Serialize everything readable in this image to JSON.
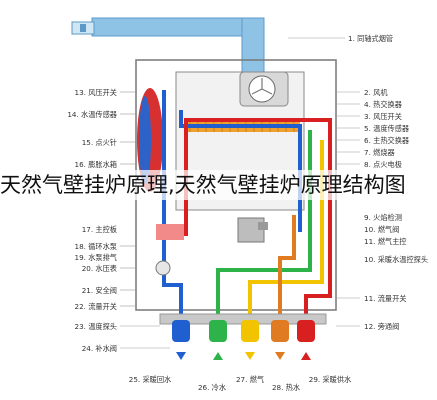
{
  "caption": "天然气壁挂炉原理,天然气壁挂炉原理结构图",
  "labels": {
    "top": "1. 同轴式烟管",
    "right": [
      "2. 风机",
      "4. 热交换器",
      "3. 风压开关",
      "5. 温度传感器",
      "6. 主热交换器",
      "7. 燃烧器",
      "8. 点火电极",
      "9. 火焰检测",
      "10. 燃气阀",
      "11. 燃气主控",
      "10. 采暖水温控探头",
      "11. 流量开关",
      "12. 旁通阀"
    ],
    "left": [
      "13. 风压开关",
      "14. 水温传感器",
      "15. 点火针",
      "16. 膨胀水箱",
      "17. 主控板",
      "18. 循环水泵",
      "19. 水泵排气",
      "20. 水压表",
      "21. 安全阀",
      "22. 流量开关",
      "23. 温度探头",
      "24. 补水阀"
    ],
    "bottom": [
      "25. 采暖回水",
      "26. 冷水",
      "27. 燃气",
      "28. 热水",
      "29. 采暖供水"
    ]
  },
  "colors": {
    "blue": "#1f5fd0",
    "green": "#2db34a",
    "yellow": "#f2c400",
    "orange": "#e07b22",
    "red": "#d82020",
    "pipe_top": "#8fc3e6"
  }
}
